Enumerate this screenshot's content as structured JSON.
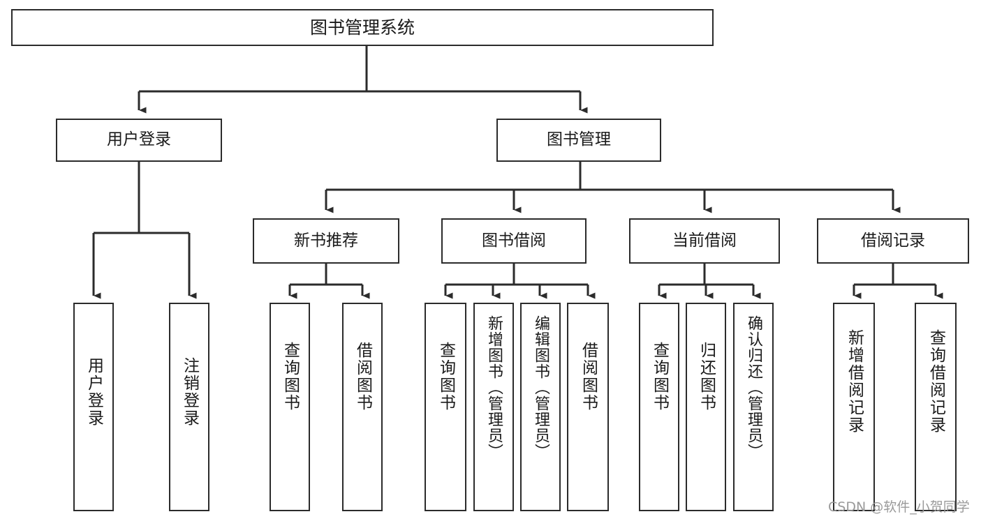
{
  "diagram": {
    "title": "图书管理系统",
    "type": "hierarchy-tree",
    "watermark": "CSDN @软件_小贺同学",
    "colors": {
      "stroke": "#2b2b2b",
      "fill": "#ffffff",
      "text": "#1a1a1a",
      "watermark": "#9a9a9a"
    },
    "root": {
      "label": "图书管理系统"
    },
    "level2": [
      {
        "label": "用户登录"
      },
      {
        "label": "图书管理"
      }
    ],
    "level3": [
      {
        "label": "新书推荐"
      },
      {
        "label": "图书借阅"
      },
      {
        "label": "当前借阅"
      },
      {
        "label": "借阅记录"
      }
    ],
    "leaves": {
      "user_login": [
        {
          "label": "用户登录"
        },
        {
          "label": "注销登录"
        }
      ],
      "new_book": [
        {
          "label": "查询图书"
        },
        {
          "label": "借阅图书"
        }
      ],
      "book_borrow": [
        {
          "label": "查询图书"
        },
        {
          "label": "新增图书（管理员）"
        },
        {
          "label": "编辑图书（管理员）"
        },
        {
          "label": "借阅图书"
        }
      ],
      "current_borrow": [
        {
          "label": "查询图书"
        },
        {
          "label": "归还图书"
        },
        {
          "label": "确认归还（管理员）"
        }
      ],
      "borrow_record": [
        {
          "label": "新增借阅记录"
        },
        {
          "label": "查询借阅记录"
        }
      ]
    }
  }
}
